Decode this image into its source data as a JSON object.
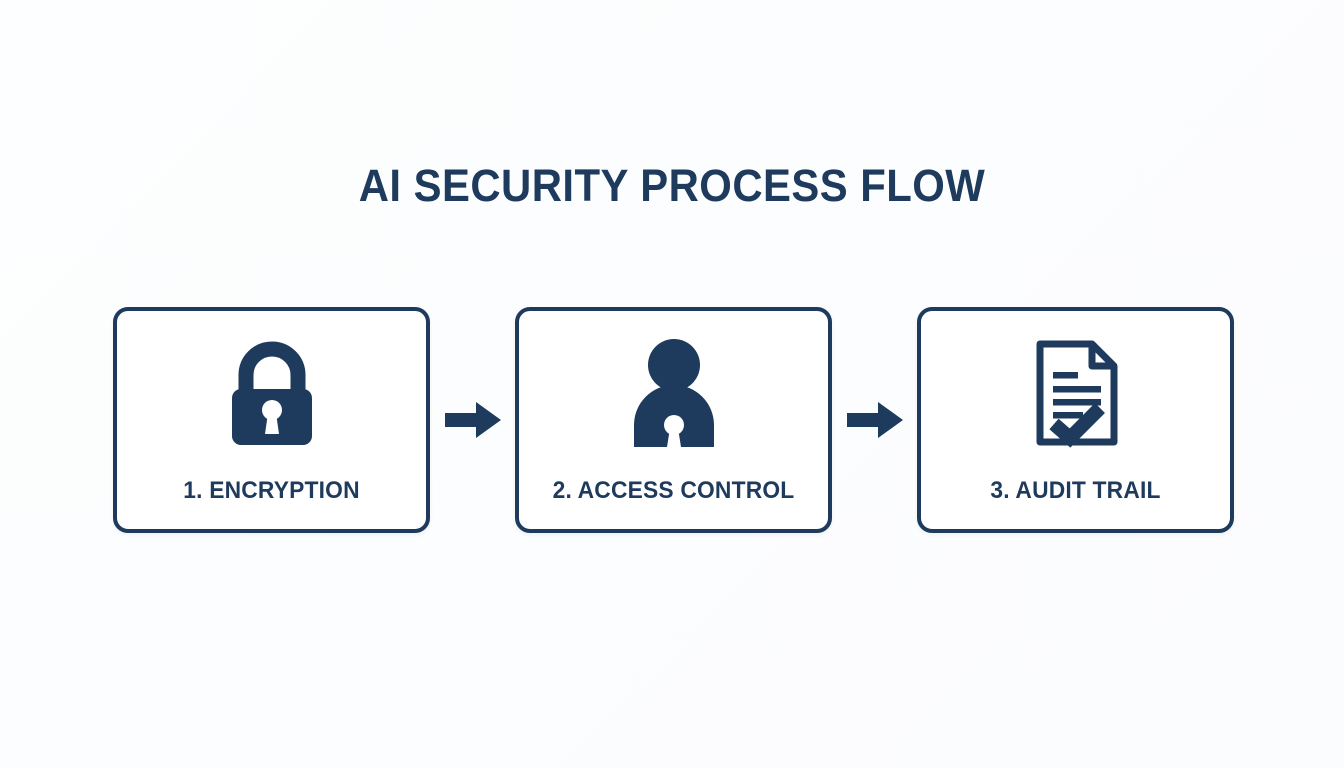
{
  "diagram": {
    "title": "AI SECURITY PROCESS FLOW",
    "background_color": "#fdfdfe",
    "accent_color": "#1e3a5c",
    "box_fill_color": "#ffffff",
    "steps": [
      {
        "number": "1.",
        "name": "ENCRYPTION",
        "label": "1.  ENCRYPTION",
        "icon": "padlock-icon"
      },
      {
        "number": "2.",
        "name": "ACCESS CONTROL",
        "label": "2. ACCESS CONTROL",
        "icon": "user-lock-icon"
      },
      {
        "number": "3.",
        "name": "AUDIT TRAIL",
        "label": "3.   AUDIT TRAIL",
        "icon": "document-check-icon"
      }
    ],
    "connectors": [
      {
        "icon": "arrow-right-icon",
        "from": "1.  ENCRYPTION",
        "to": "2. ACCESS CONTROL"
      },
      {
        "icon": "arrow-right-icon",
        "from": "2. ACCESS CONTROL",
        "to": "3.   AUDIT TRAIL"
      }
    ]
  }
}
